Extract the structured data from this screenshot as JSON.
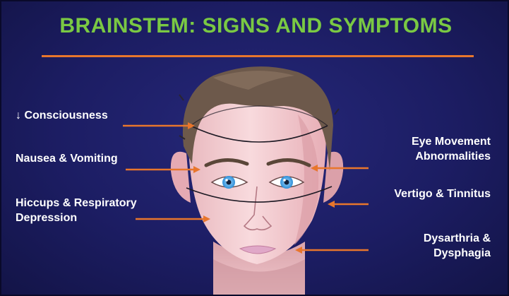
{
  "title": "BRAINSTEM: SIGNS AND SYMPTOMS",
  "colors": {
    "background": "#1c1d63",
    "title": "#7ac943",
    "rule": "#e8762c",
    "arrow": "#e8762c",
    "label": "#ffffff",
    "skin": "#f6d3d6",
    "hair": "#6e5a4c",
    "iris": "#3fa9f5",
    "lips": "#e0a8c8"
  },
  "labels": {
    "consciousness": {
      "symbol": "↓",
      "text": "Consciousness"
    },
    "nausea": "Nausea & Vomiting",
    "hiccups_line1": "Hiccups & Respiratory",
    "hiccups_line2": "Depression",
    "eye_line1": "Eye Movement",
    "eye_line2": "Abnormalities",
    "vertigo": "Vertigo & Tinnitus",
    "dysarthria_line1": "Dysarthria &",
    "dysarthria_line2": "Dysphagia"
  }
}
